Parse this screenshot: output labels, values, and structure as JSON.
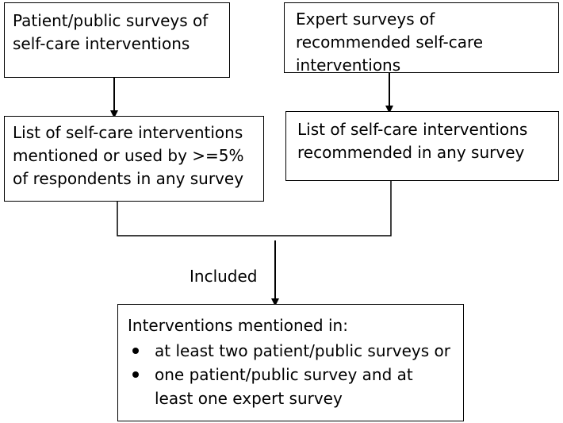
{
  "boxes": {
    "patient_surveys": "Patient/public surveys of self-care interventions",
    "expert_surveys": "Expert surveys of recommended self-care interventions",
    "patient_list": "List of self-care interventions mentioned or used by >=5% of respondents in any survey",
    "expert_list": "List of self-care interventions recommended in any survey"
  },
  "edge_label": "Included",
  "result": {
    "heading": "Interventions mentioned in:",
    "bullets": [
      "at least two patient/public surveys or",
      "one patient/public survey and at least one expert survey"
    ]
  }
}
